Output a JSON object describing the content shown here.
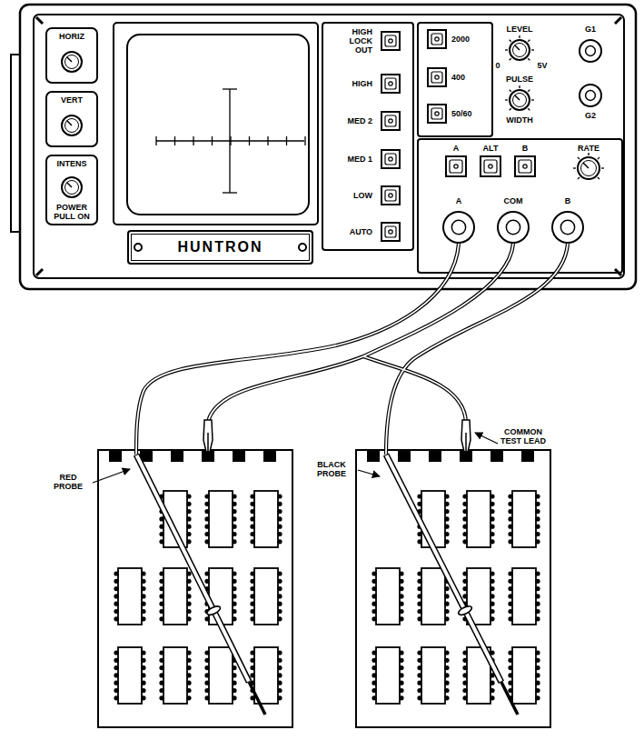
{
  "diagram": {
    "nodes": [
      {
        "text": [
          "HORIZ"
        ]
      },
      {
        "text": [
          "VERT"
        ]
      },
      {
        "text": [
          "INTENS",
          "POWER PULL ON"
        ]
      },
      {
        "text": [
          "HUNTRON"
        ]
      }
    ],
    "labels": [
      "HIGH LOCK OUT",
      "HIGH",
      "MED 2",
      "MED 1",
      "LOW",
      "AUTO",
      "2000",
      "400",
      "50/60",
      "LEVEL",
      "0",
      "5V",
      "PULSE",
      "WIDTH",
      "G1",
      "G2",
      "A",
      "ALT",
      "B",
      "RATE",
      "A",
      "COM",
      "B",
      "RED PROBE",
      "BLACK PROBE",
      "COMMON TEST LEAD"
    ]
  }
}
